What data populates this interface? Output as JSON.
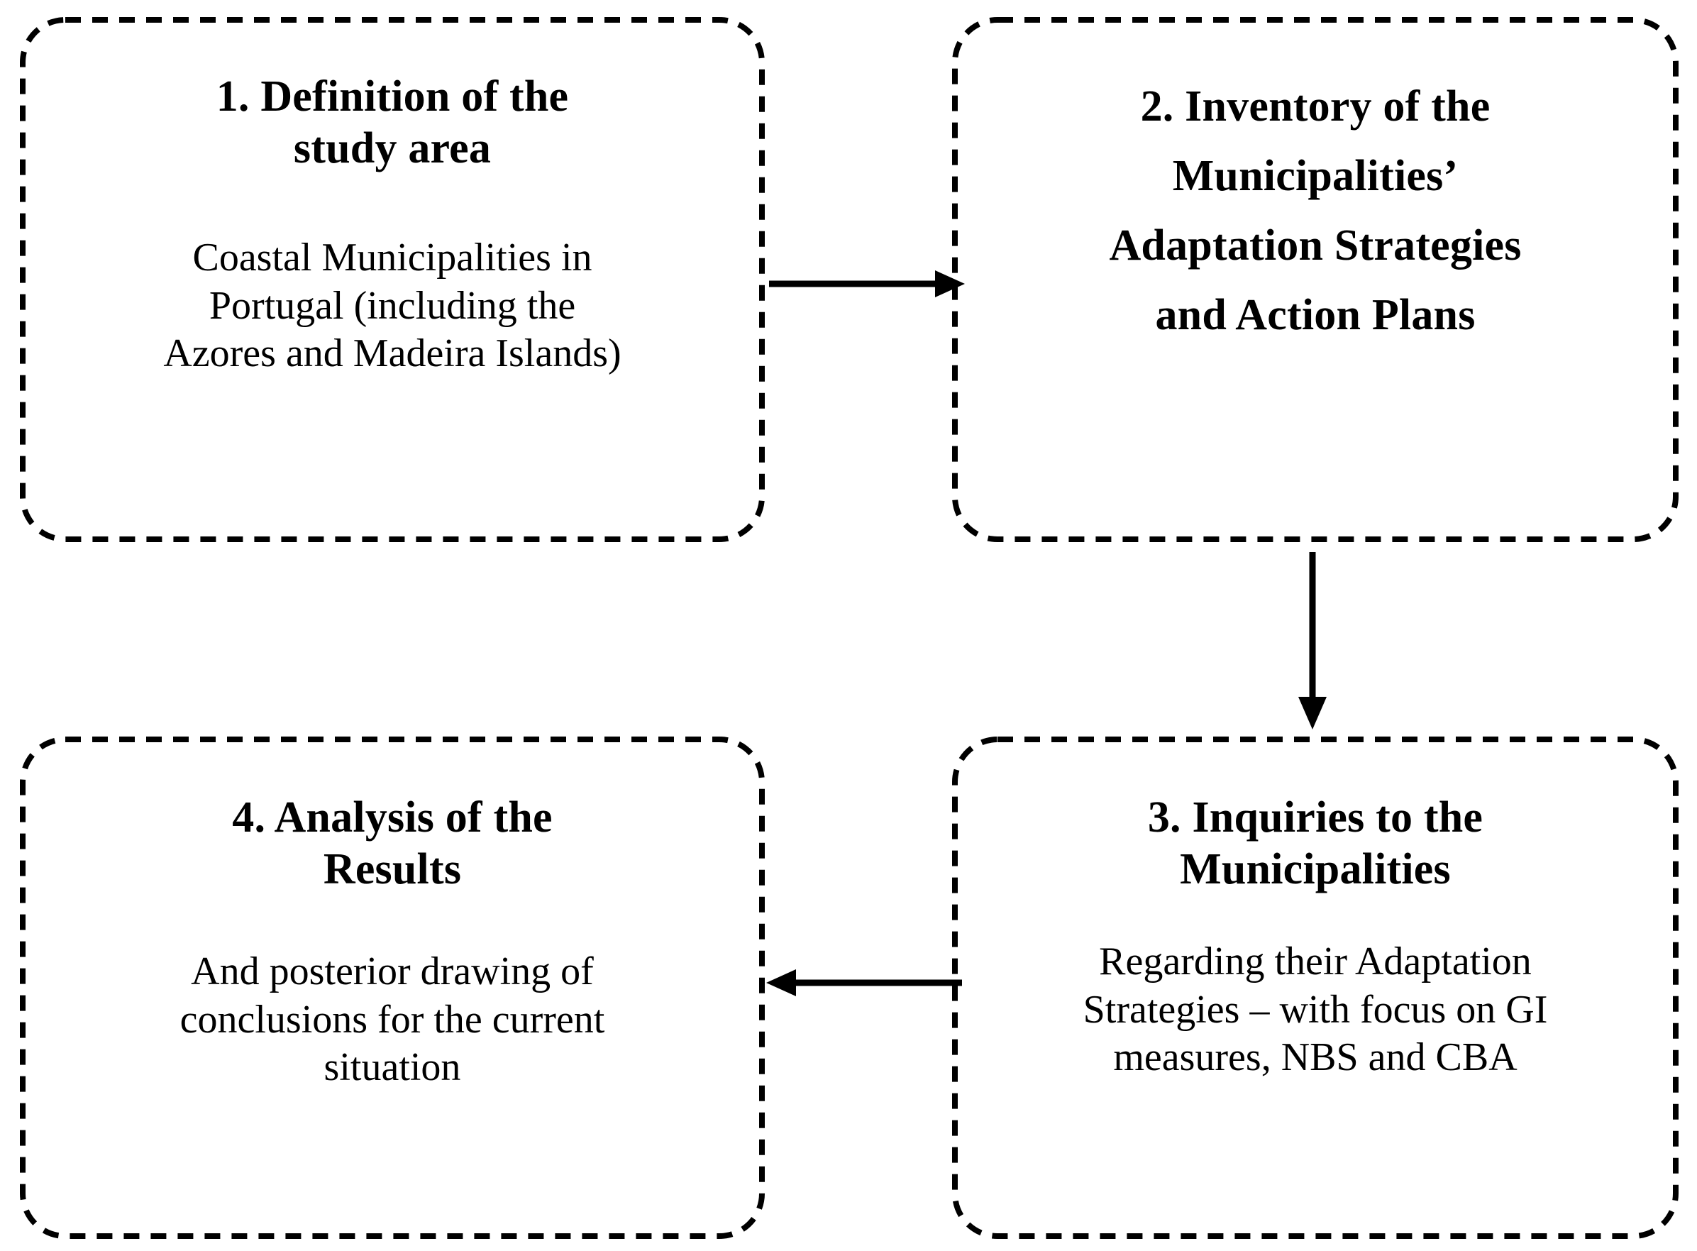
{
  "diagram": {
    "type": "flowchart",
    "orientation": "2x2-clockwise",
    "background_color": "#ffffff",
    "stroke_color": "#000000",
    "border_style": "dashed-rounded",
    "boxes": [
      {
        "id": "box-1",
        "number": "1",
        "title": "1. Definition of the\nstudy area",
        "body": "Coastal Municipalities in\nPortugal (including the\nAzores and Madeira Islands)"
      },
      {
        "id": "box-2",
        "number": "2",
        "title": "2. Inventory of the\nMunicipalities’\nAdaptation Strategies\nand Action Plans",
        "body": ""
      },
      {
        "id": "box-3",
        "number": "3",
        "title": "3. Inquiries to the\nMunicipalities",
        "body": "Regarding their Adaptation\nStrategies – with focus on GI\nmeasures, NBS and CBA"
      },
      {
        "id": "box-4",
        "number": "4",
        "title": "4. Analysis of the\nResults",
        "body": "And posterior drawing of\nconclusions for the current\nsituation"
      }
    ],
    "arrows": [
      {
        "id": "arrow-1-2",
        "from": "box-1",
        "to": "box-2",
        "direction": "right"
      },
      {
        "id": "arrow-2-3",
        "from": "box-2",
        "to": "box-3",
        "direction": "down"
      },
      {
        "id": "arrow-3-4",
        "from": "box-3",
        "to": "box-4",
        "direction": "left"
      }
    ]
  }
}
